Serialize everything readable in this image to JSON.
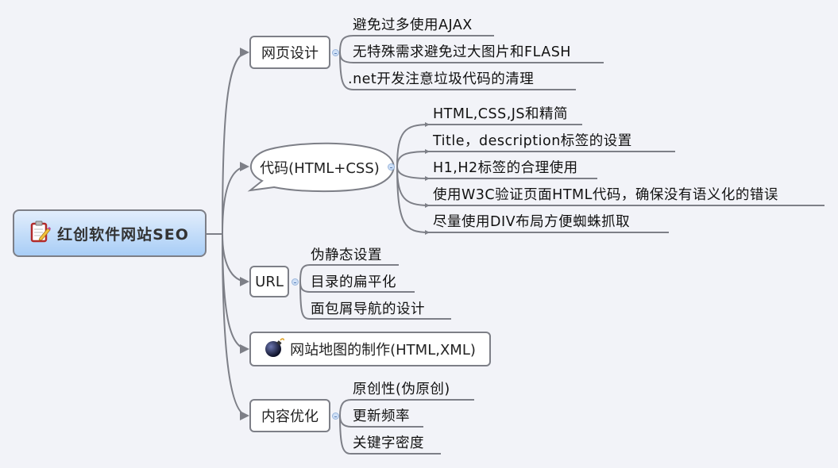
{
  "root": {
    "label": "红创软件网站SEO",
    "icon": "notepad-pencil-icon"
  },
  "branches": [
    {
      "id": "web-design",
      "label": "网页设计",
      "children": [
        "避免过多使用AJAX",
        "无特殊需求避免过大图片和FLASH",
        ".net开发注意垃圾代码的清理"
      ]
    },
    {
      "id": "code",
      "label": "代码(HTML+CSS)",
      "shape": "speech-bubble",
      "children": [
        "HTML,CSS,JS和精简",
        "Title，description标签的设置",
        "H1,H2标签的合理使用",
        "使用W3C验证页面HTML代码，确保没有语义化的错误",
        "尽量使用DIV布局方便蜘蛛抓取"
      ]
    },
    {
      "id": "url",
      "label": "URL",
      "children": [
        "伪静态设置",
        "目录的扁平化",
        "面包屑导航的设计"
      ]
    },
    {
      "id": "sitemap",
      "label": "网站地图的制作(HTML,XML)",
      "icon": "bomb-icon",
      "children": []
    },
    {
      "id": "content",
      "label": "内容优化",
      "children": [
        "原创性(伪原创)",
        "更新频率",
        "关键字密度"
      ]
    }
  ],
  "colors": {
    "background": "#f2f3f8",
    "line": "#7d7f87",
    "root_top": "#e2eefc",
    "root_bottom": "#a8cdf6"
  }
}
